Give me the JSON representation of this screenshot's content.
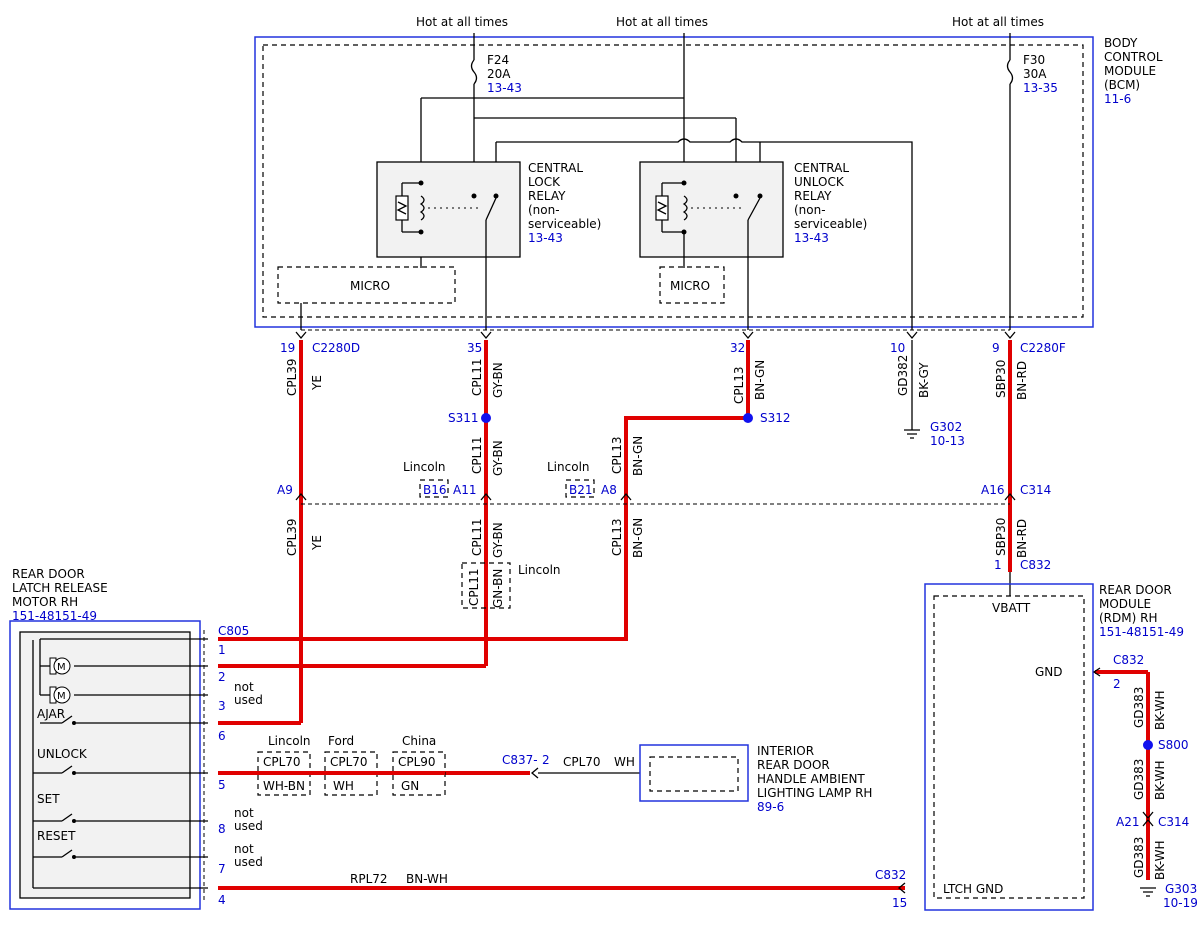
{
  "hot": {
    "a": "Hot at all times",
    "b": "Hot at all times",
    "c": "Hot at all times"
  },
  "bcm": {
    "l1": "BODY",
    "l2": "CONTROL",
    "l3": "MODULE",
    "l4": "(BCM)",
    "ref": "11-6"
  },
  "fuses": {
    "f24": {
      "name": "F24",
      "amps": "20A",
      "ref": "13-43"
    },
    "f30": {
      "name": "F30",
      "amps": "30A",
      "ref": "13-35"
    }
  },
  "relays": {
    "lock": {
      "l1": "CENTRAL",
      "l2": "LOCK",
      "l3": "RELAY",
      "l4": "(non-",
      "l5": "serviceable)",
      "ref": "13-43"
    },
    "unlock": {
      "l1": "CENTRAL",
      "l2": "UNLOCK",
      "l3": "RELAY",
      "l4": "(non-",
      "l5": "serviceable)",
      "ref": "13-43"
    }
  },
  "micro": {
    "a": "MICRO",
    "b": "MICRO"
  },
  "bcm_pins": {
    "p19": "19",
    "c2280d": "C2280D",
    "p35": "35",
    "p32": "32",
    "p10": "10",
    "p9": "9",
    "c2280f": "C2280F"
  },
  "wires": {
    "cpl39": "CPL39",
    "ye": "YE",
    "cpl11": "CPL11",
    "gybn": "GY-BN",
    "cpl13": "CPL13",
    "bngn": "BN-GN",
    "gd382": "GD382",
    "bkgy": "BK-GY",
    "sbp30": "SBP30",
    "bnrd": "BN-RD",
    "gnbn": "GN-BN",
    "rpl72": "RPL72",
    "bnwh": "BN-WH",
    "cpl70": "CPL70",
    "wh": "WH",
    "gd383": "GD383",
    "bkwh": "BK-WH",
    "cpl90": "CPL90",
    "gn": "GN",
    "whbn": "WH-BN"
  },
  "splices": {
    "s311": "S311",
    "s312": "S312",
    "s800": "S800"
  },
  "grounds": {
    "g302": "G302",
    "g302ref": "10-13",
    "g303": "G303",
    "g303ref": "10-19"
  },
  "c314": {
    "a9": "A9",
    "a11": "A11",
    "a8": "A8",
    "a16": "A16",
    "name": "C314",
    "b16": "B16",
    "b21": "B21",
    "lincoln1": "Lincoln",
    "lincoln2": "Lincoln",
    "lincoln3": "Lincoln",
    "a21": "A21",
    "name2": "C314"
  },
  "c832": {
    "name": "C832",
    "pin1": "1",
    "name_gnd": "C832",
    "pin2": "2",
    "name_bot": "C832",
    "pin15": "15"
  },
  "rdm": {
    "l1": "REAR DOOR",
    "l2": "MODULE",
    "l3": "(RDM) RH",
    "ref": "151-48151-49",
    "vbatt": "VBATT",
    "gnd": "GND",
    "ltch": "LTCH GND"
  },
  "motor": {
    "l1": "REAR DOOR",
    "l2": "LATCH RELEASE",
    "l3": "MOTOR RH",
    "ref": "151-48151-49",
    "c805": "C805",
    "pins": {
      "p1": "1",
      "p2": "2",
      "p3": "3",
      "p6": "6",
      "p5": "5",
      "p8": "8",
      "p7": "7",
      "p4": "4"
    },
    "ajar": "AJAR",
    "unlock": "UNLOCK",
    "set": "SET",
    "reset": "RESET",
    "nu1a": "not",
    "nu1b": "used",
    "nu2a": "not",
    "nu2b": "used",
    "nu3a": "not",
    "nu3b": "used"
  },
  "lamp": {
    "l1": "INTERIOR",
    "l2": "REAR DOOR",
    "l3": "HANDLE AMBIENT",
    "l4": "LIGHTING LAMP RH",
    "ref": "89-6",
    "conn": "C837-",
    "pin": "2"
  },
  "variants": {
    "lincoln": "Lincoln",
    "ford": "Ford",
    "china": "China"
  }
}
